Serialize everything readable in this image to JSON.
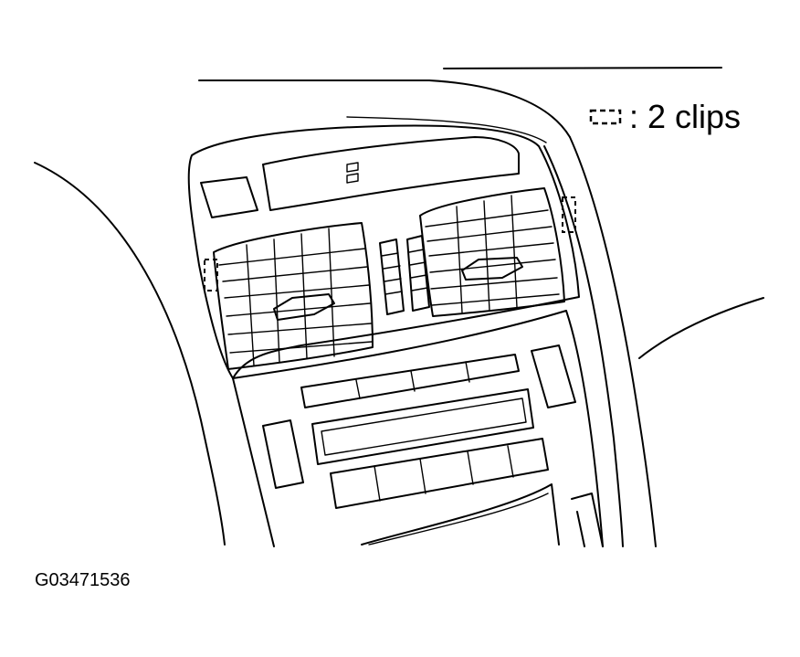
{
  "legend": {
    "symbol_icon": "dashed-rectangle-clip-symbol",
    "text": ": 2 clips"
  },
  "caption": {
    "code": "G03471536"
  }
}
